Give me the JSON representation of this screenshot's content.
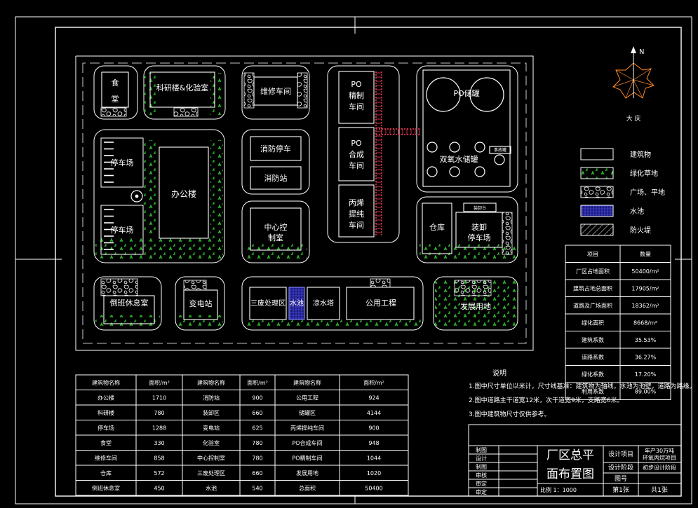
{
  "plan": {
    "buildings": {
      "canteen": "食\n堂",
      "lab": "科研楼&化验室",
      "maintenance": "维修车间",
      "po_refine": "PO\n精制\n车间",
      "po_tank": "PO储罐",
      "fire_garage": "消防停车",
      "fire_station": "消防站",
      "po_synth": "PO\n合成\n车间",
      "h2o2_tank": "双氧水储罐",
      "parking_top": "停车场",
      "parking_bottom": "停车场",
      "office": "办公楼",
      "propylene": "丙烯\n提纯\n车间",
      "control": "中心控\n制室",
      "warehouse": "仓库",
      "loading_parking": "装卸\n停车场",
      "loading_platform": "装卸台",
      "tank_small": "事故罐",
      "shift_rest": "倒班休息室",
      "substation": "变电站",
      "waste": "三废处理区",
      "pool": "水池",
      "water_tower": "凉水塔",
      "utility": "公用工程",
      "expansion": "发展用地"
    },
    "compass": {
      "north": "N",
      "wind_label": "大 庆"
    }
  },
  "legend": [
    {
      "label": "建筑物",
      "pattern": "none"
    },
    {
      "label": "绿化草地",
      "pattern": "grass"
    },
    {
      "label": "广场、平地",
      "pattern": "stone"
    },
    {
      "label": "水池",
      "pattern": "water"
    },
    {
      "label": "防火堤",
      "pattern": "hatch"
    }
  ],
  "stats": {
    "headers": [
      "项目",
      "数量"
    ],
    "rows": [
      [
        "厂区占地面积",
        "50400/m²"
      ],
      [
        "建筑占地总面积",
        "17905/m²"
      ],
      [
        "道路及广场面积",
        "18362/m²"
      ],
      [
        "绿化面积",
        "8668/m²"
      ],
      [
        "建筑系数",
        "35.53%"
      ],
      [
        "道路系数",
        "36.27%"
      ],
      [
        "绿化系数",
        "17.20%"
      ],
      [
        "利用系数",
        "89.00%"
      ]
    ]
  },
  "area_table": {
    "headers": [
      "建筑物名称",
      "面积/m²",
      "建筑物名称",
      "面积/m²",
      "建筑物名称",
      "面积/m²"
    ],
    "rows": [
      [
        "办公楼",
        "1710",
        "消防站",
        "900",
        "公用工程",
        "924"
      ],
      [
        "科研楼",
        "780",
        "装卸区",
        "660",
        "储罐区",
        "4144"
      ],
      [
        "停车场",
        "1288",
        "变电站",
        "625",
        "丙烯提纯车间",
        "900"
      ],
      [
        "食堂",
        "330",
        "化验室",
        "780",
        "PO合成车间",
        "948"
      ],
      [
        "维修车间",
        "858",
        "中心控制室",
        "780",
        "PO精制车间",
        "1044"
      ],
      [
        "仓库",
        "572",
        "三废处理区",
        "660",
        "发展用地",
        "1020"
      ],
      [
        "倒班休息室",
        "450",
        "水池",
        "540",
        "总面积",
        "50400"
      ]
    ]
  },
  "notes": {
    "title": "说明",
    "items": [
      "1.图中尺寸单位以米计，尺寸线基准：建筑物为轴线，水池为池壁，道路为路缘。",
      "2.图中道路主干道宽12米，次干道宽9米，支路宽6米。",
      "3.图中建筑物尺寸仅供参考。"
    ]
  },
  "title_block": {
    "roles": [
      "制图",
      "设计",
      "制图",
      "审核",
      "审定",
      "审定"
    ],
    "drawing_title_1": "厂区总平",
    "drawing_title_2": "面布置图",
    "scale": "比例 1：1000",
    "sheet": "第1张",
    "total": "共1张",
    "project_label": "设计项目",
    "project_value_1": "年产30万吨",
    "project_value_2": "环氧丙烷项目",
    "stage_label": "设计阶段",
    "stage_value": "初步设计阶段",
    "drawing_no_label": "图号"
  }
}
